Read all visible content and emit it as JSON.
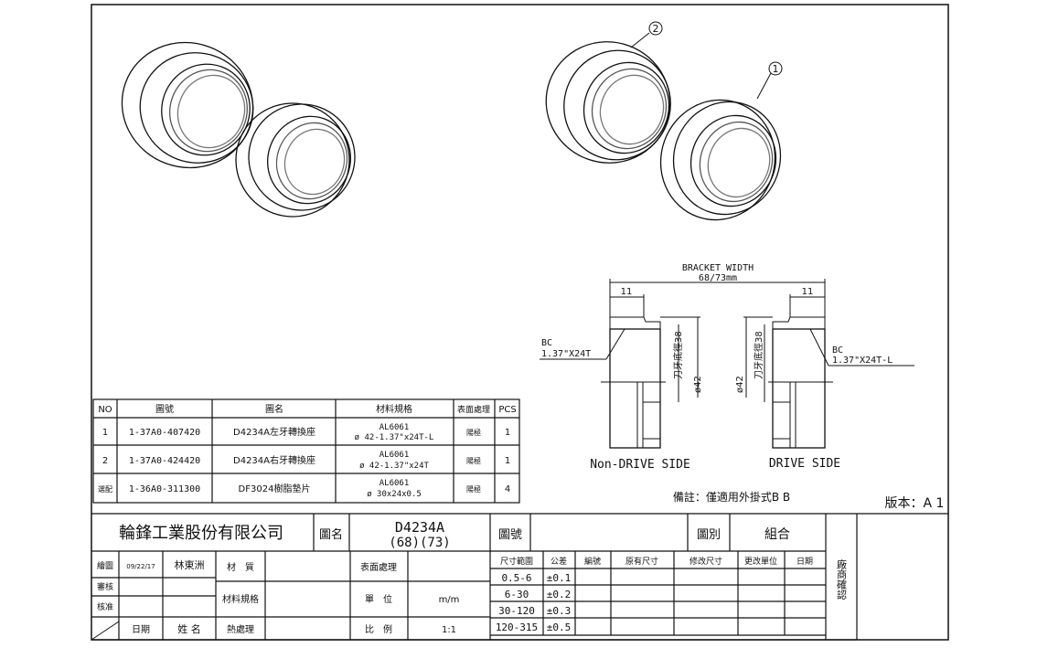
{
  "balloons": {
    "part1": "1",
    "part2": "2"
  },
  "parts_table": {
    "headers": [
      "NO",
      "圖號",
      "圖名",
      "材料規格",
      "表面處理",
      "PCS"
    ],
    "rows": [
      {
        "no": "1",
        "drawing_no": "1-37A0-407420",
        "name": "D4234A左牙轉換座",
        "material": "AL6061",
        "spec": "ø 42-1.37\"x24T-L",
        "surface": "陽極",
        "pcs": "1"
      },
      {
        "no": "2",
        "drawing_no": "1-37A0-424420",
        "name": "D4234A右牙轉換座",
        "material": "AL6061",
        "spec": "ø 42-1.37\"x24T",
        "surface": "陽極",
        "pcs": "1"
      },
      {
        "no": "選配",
        "drawing_no": "1-36A0-311300",
        "name": "DF3024樹脂墊片",
        "material": "AL6061",
        "spec": "ø 30x24x0.5",
        "surface": "陽極",
        "pcs": "4"
      }
    ]
  },
  "section_view": {
    "title": "BRACKET WIDTH",
    "width": "68/73mm",
    "dim_left": "11",
    "dim_right": "11",
    "bc_left_1": "BC",
    "bc_left_2": "1.37\"X24T",
    "bc_right_1": "BC",
    "bc_right_2": "1.37\"X24T-L",
    "dia_42": "ø42",
    "thread_root": "刀牙底徑38",
    "label_non_drive": "Non-DRIVE SIDE",
    "label_drive": "DRIVE SIDE",
    "note": "備註：僅適用外掛式B B",
    "version": "版本：A 1"
  },
  "title_block": {
    "company": "輪鋒工業股份有限公司",
    "drawing_name_label": "圖名",
    "drawing_name_1": "D4234A",
    "drawing_name_2": "(68)(73)",
    "drawing_no_label": "圖號",
    "drawing_no": "",
    "category_label": "圖別",
    "category": "組合",
    "vendor_confirm": "廠商確認",
    "drafted_label": "繪圖",
    "drafted_date": "09/22/17",
    "drafted_name": "林東洲",
    "reviewed_label": "審核",
    "approved_label": "核准",
    "date_label": "日期",
    "name_label": "姓 名",
    "material_label": "材　質",
    "material_spec_label": "材料規格",
    "heat_treat_label": "熱處理",
    "surface_label": "表面處理",
    "unit_label": "單　位",
    "unit": "m/m",
    "scale_label": "比　例",
    "scale": "1:1",
    "tolerance_headers": [
      "尺寸範圍",
      "公差",
      "編號",
      "原有尺寸",
      "修改尺寸",
      "更改單位",
      "日期"
    ],
    "tolerances": [
      {
        "range": "0.5-6",
        "tol": "±0.1"
      },
      {
        "range": "6-30",
        "tol": "±0.2"
      },
      {
        "range": "30-120",
        "tol": "±0.3"
      },
      {
        "range": "120-315",
        "tol": "±0.5"
      }
    ]
  }
}
